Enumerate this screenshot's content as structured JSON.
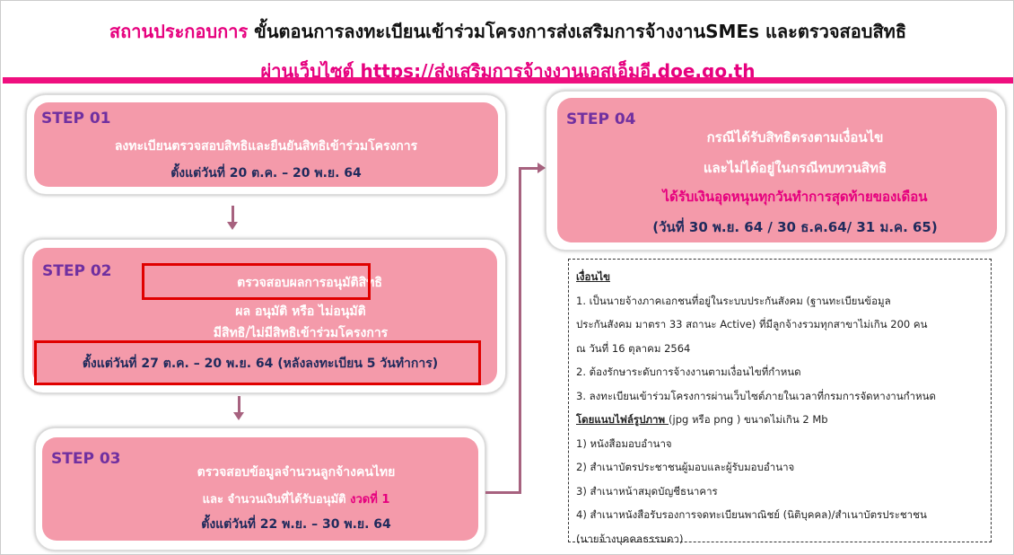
{
  "header": {
    "title_prefix": "สถานประกอบการ",
    "title": "ขั้นตอนการลงทะเบียนเข้าร่วมโครงการส่งเสริมการจ้างงานSMEs และตรวจสอบสิทธิ",
    "subtitle": "ผ่านเว็บไซต์   https://ส่งเสริมการจ้างงานเอสเอ็มอี.doe.go.th"
  },
  "steps": [
    {
      "label": "STEP 01",
      "line1": "ลงทะเบียนตรวจสอบสิทธิและยืนยันสิทธิเข้าร่วมโครงการ",
      "date": "ตั้งแต่วันที่ 20 ต.ค. – 20 พ.ย. 64"
    },
    {
      "label": "STEP 02",
      "title": "ตรวจสอบผลการอนุมัติสิทธิ",
      "line1": "ผล อนุมัติ หรือ ไม่อนุมัติ",
      "line2": "มีสิทธิ/ไม่มีสิทธิเข้าร่วมโครงการ",
      "date": "ตั้งแต่วันที่ 27 ต.ค. – 20 พ.ย. 64  (หลังลงทะเบียน 5 วันทำการ)"
    },
    {
      "label": "STEP 03",
      "line1": "ตรวจสอบข้อมูลจำนวนลูกจ้างคนไทย",
      "line2": "และ จำนวนเงินที่ได้รับอนุมัติ",
      "line2_highlight": "งวดที่ 1",
      "date": "ตั้งแต่วันที่ 22 พ.ย. – 30 พ.ย. 64"
    },
    {
      "label": "STEP 04",
      "line1": "กรณีได้รับสิทธิตรงตามเงื่อนไข",
      "line2": "และไม่ได้อยู่ในกรณีทบทวนสิทธิ",
      "highlight": "ได้รับเงินอุดหนุนทุกวันทำการสุดท้ายของเดือน",
      "date": "(วันที่ 30 พ.ย. 64 / 30 ธ.ค.64/ 31 ม.ค. 65)"
    }
  ],
  "conditions": {
    "title": "เงื่อนไข",
    "items": [
      "1. เป็นนายจ้างภาคเอกชนที่อยู่ในระบบประกันสังคม (ฐานทะเบียนข้อมูล",
      "ประกันสังคม มาตรา 33 สถานะ Active) ที่มีลูกจ้างรวมทุกสาขาไม่เกิน 200 คน",
      "ณ วันที่ 16 ตุลาคม 2564",
      "2. ต้องรักษาระดับการจ้างงานตามเงื่อนไขที่กำหนด",
      "3. ลงทะเบียนเข้าร่วมโครงการผ่านเว็บไซต์ภายในเวลาที่กรมการจัดหางานกำหนด"
    ],
    "attach_title": "โดยแนบไฟล์รูปภาพ ",
    "attach_note": "(jpg หรือ png ) ขนาดไม่เกิน 2 Mb",
    "docs": [
      "1) หนังสือมอบอำนาจ",
      "2) สำเนาบัตรประชาชนผู้มอบและผู้รับมอบอำนาจ",
      "3) สำเนาหน้าสมุดบัญชีธนาคาร",
      "4) สำเนาหนังสือรับรองการจดทะเบียนพาณิชย์ (นิติบุคคล)/สำเนาบัตรประชาชน",
      "(นายจ้างบุคคลธรรมดา)"
    ]
  }
}
